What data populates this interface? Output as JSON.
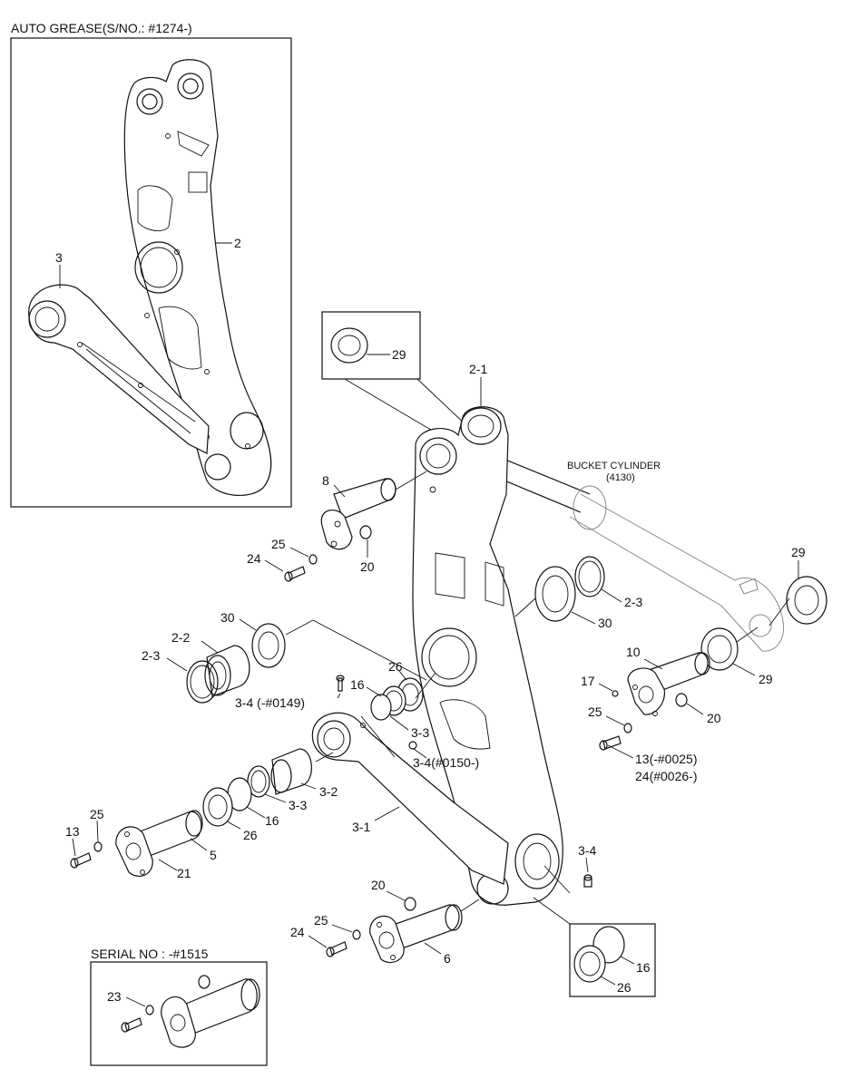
{
  "captions": {
    "auto_grease": "AUTO GREASE(S/NO.: #1274-)",
    "serial_no": "SERIAL NO : -#1515",
    "bucket_cylinder": "BUCKET CYLINDER",
    "bucket_cylinder_ref": "(4130)"
  },
  "callouts": {
    "c2": "2",
    "c3": "3",
    "c29_box": "29",
    "c2_1": "2-1",
    "c8": "8",
    "c25_a": "25",
    "c24_a": "24",
    "c20_a": "20",
    "c29_right": "29",
    "c2_3_right": "2-3",
    "c30_right": "30",
    "c30_left": "30",
    "c2_2": "2-2",
    "c2_3_left": "2-3",
    "c26_mid": "26",
    "c16_mid": "16",
    "c3_4_a": "3-4 (-#0149)",
    "c3_3_a": "3-3",
    "c3_4_b": "3-4(#0150-)",
    "c10": "10",
    "c17": "17",
    "c29_cyl": "29",
    "c25_b": "25",
    "c20_b": "20",
    "c13_a": "13(-#0025)",
    "c24_b": "24(#0026-)",
    "c3_2": "3-2",
    "c3_3_b": "3-3",
    "c16_b": "16",
    "c26_b": "26",
    "c3_1": "3-1",
    "c13_b": "13",
    "c25_c": "25",
    "c5": "5",
    "c21": "21",
    "c3_4_c": "3-4",
    "c20_c": "20",
    "c25_d": "25",
    "c24_c": "24",
    "c6": "6",
    "c16_box": "16",
    "c26_box": "26",
    "c23": "23"
  }
}
